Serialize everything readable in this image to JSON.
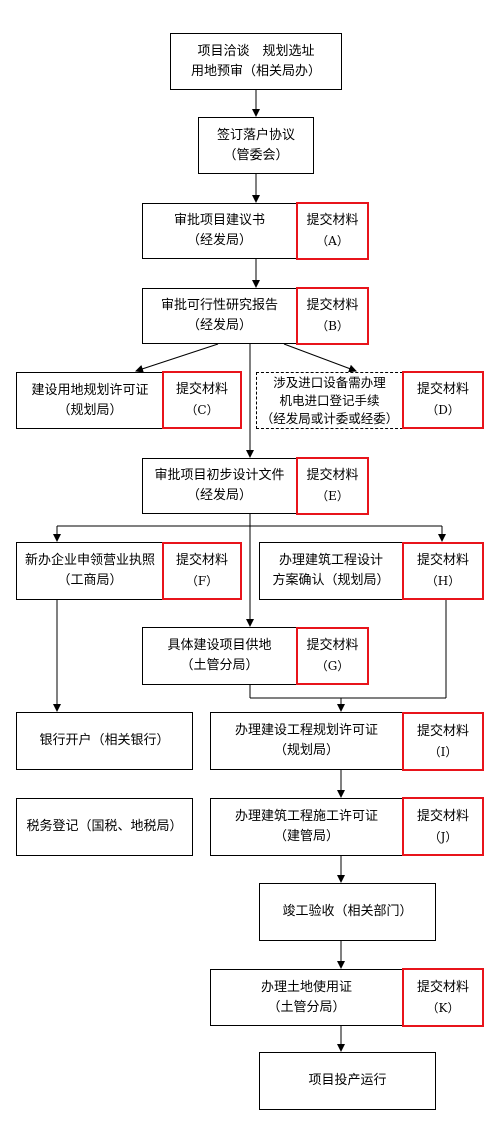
{
  "steps": {
    "s1": [
      "项目洽谈　规划选址",
      "用地预审（相关局办）"
    ],
    "s2": [
      "签订落户协议",
      "（管委会）"
    ],
    "s3": [
      "审批项目建议书",
      "（经发局）"
    ],
    "s4": [
      "审批可行性研究报告",
      "（经发局）"
    ],
    "s5": [
      "建设用地规划许可证",
      "（规划局）"
    ],
    "s6": [
      "涉及进口设备需办理",
      "机电进口登记手续",
      "（经发局或计委或经委）"
    ],
    "s7": [
      "审批项目初步设计文件",
      "（经发局）"
    ],
    "s8": [
      "新办企业申领营业执照",
      "（工商局）"
    ],
    "s9": [
      "办理建筑工程设计",
      "方案确认（规划局）"
    ],
    "s10": [
      "具体建设项目供地",
      "（土管分局）"
    ],
    "s11": [
      "银行开户（相关银行）"
    ],
    "s12": [
      "办理建设工程规划许可证",
      "（规划局）"
    ],
    "s13": [
      "税务登记（国税、地税局）"
    ],
    "s14": [
      "办理建筑工程施工许可证",
      "（建管局）"
    ],
    "s15": [
      "竣工验收（相关部门）"
    ],
    "s16": [
      "办理土地使用证",
      "（土管分局）"
    ],
    "s17": [
      "项目投产运行"
    ]
  },
  "materials": {
    "label": "提交材料",
    "A": "（A）",
    "B": "（B）",
    "C": "（C）",
    "D": "（D）",
    "E": "（E）",
    "F": "（F）",
    "G": "（G）",
    "H": "（H）",
    "I": "（I）",
    "J": "（J）",
    "K": "（K）"
  },
  "colors": {
    "material_border": "#e8141b",
    "line": "#000000"
  }
}
